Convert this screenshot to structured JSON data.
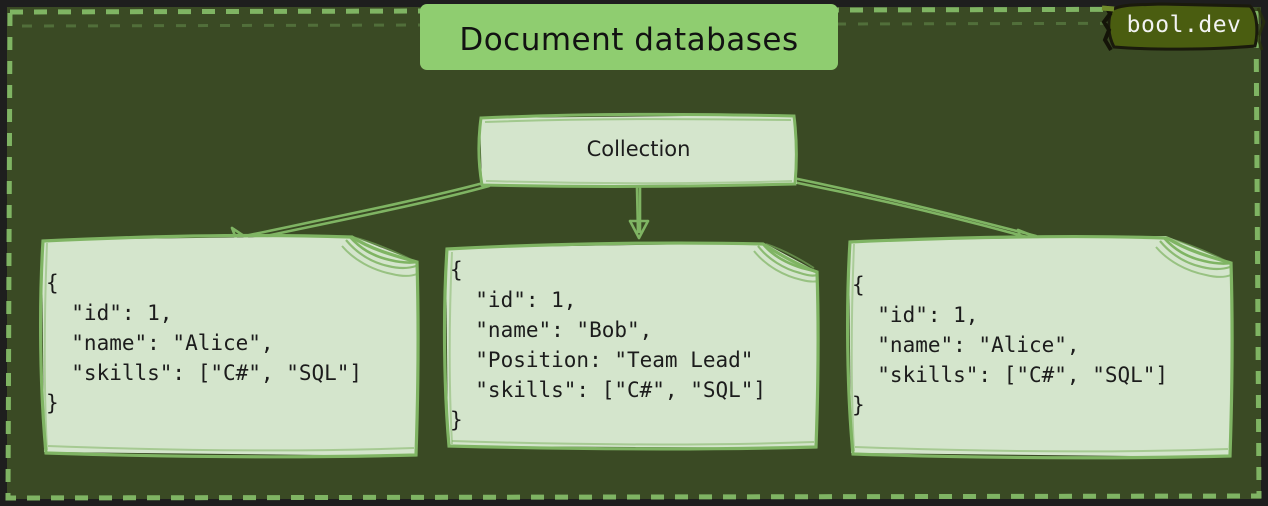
{
  "theme": {
    "background": "#3a4a24",
    "doc_fill": "#d4e5cc",
    "doc_stroke": "#7fb463",
    "banner_green": "#8fcd70",
    "badge_fill": "#4a5d10",
    "dashed_border": "#7fb463",
    "outer_border": "#1e1e1e",
    "text_dark": "#1c1c1c"
  },
  "header": {
    "title": "Document databases",
    "badge_label": "bool.dev"
  },
  "collection": {
    "label": "Collection"
  },
  "documents": [
    {
      "id": "document-alice-left",
      "lines": "{\n  \"id\": 1,\n  \"name\": \"Alice\",\n  \"skills\": [\"C#\", \"SQL\"]\n}"
    },
    {
      "id": "document-bob-middle",
      "lines": "{\n  \"id\": 1,\n  \"name\": \"Bob\",\n  \"Position: \"Team Lead\"\n  \"skills\": [\"C#\", \"SQL\"]\n}"
    },
    {
      "id": "document-alice-right",
      "lines": "{\n  \"id\": 1,\n  \"name\": \"Alice\",\n  \"skills\": [\"C#\", \"SQL\"]\n}"
    }
  ],
  "connectors": [
    {
      "name": "arrow-collection-to-left-document"
    },
    {
      "name": "arrow-collection-to-middle-document"
    },
    {
      "name": "arrow-collection-to-right-document"
    }
  ]
}
